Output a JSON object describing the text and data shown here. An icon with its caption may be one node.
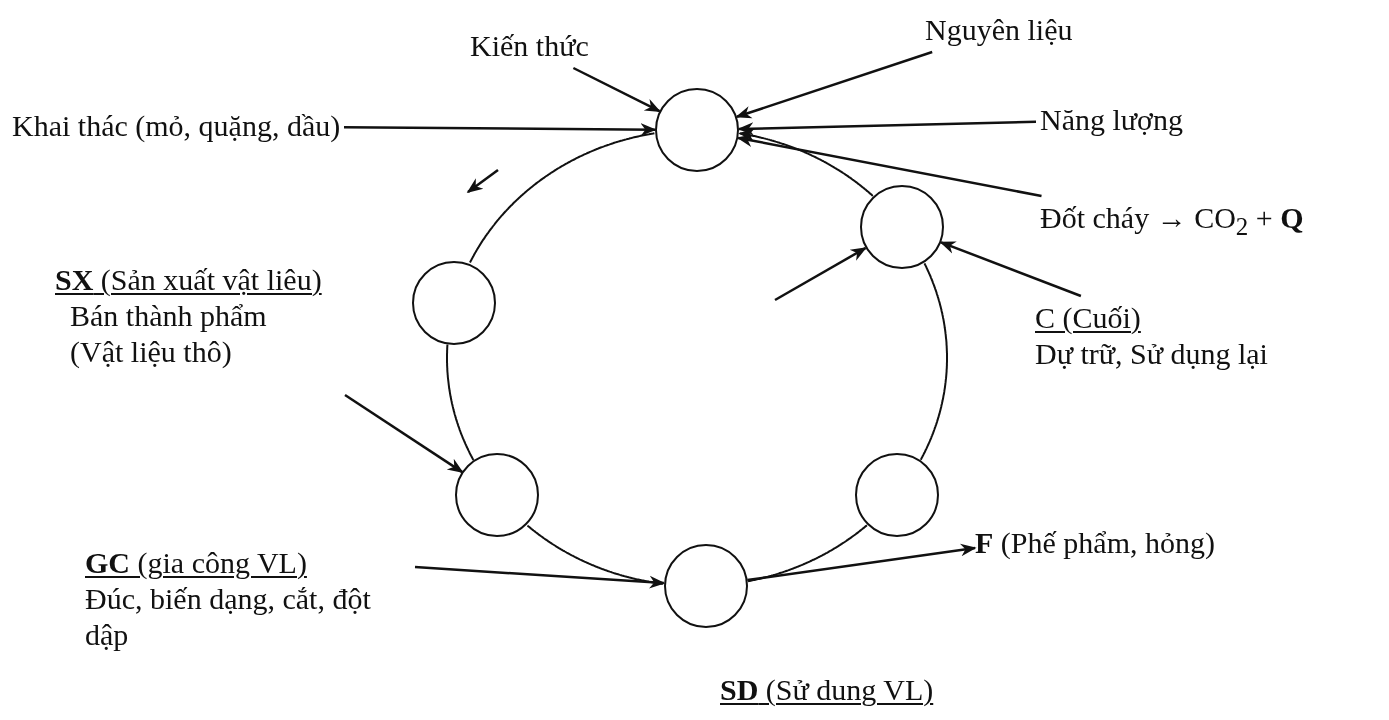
{
  "diagram": {
    "nodes": [
      {
        "text": [
          "Nguyên liệu"
        ]
      },
      {
        "text": [
          "Kiến thức"
        ]
      },
      {
        "text": [
          "Khai thác (mỏ, quặng, dầu)"
        ]
      },
      {
        "text": [
          "Năng lượng"
        ]
      },
      {
        "text": [],
        "shape": "circle"
      },
      {
        "text": [
          "Đốt cháy → CO$_{2}$ + **Q**"
        ]
      },
      {
        "text": [],
        "shape": "circle"
      },
      {
        "text": [
          "**SX** (Sản xuất vật liêu)",
          "Bán thành phẩm (Vật liệu thô)"
        ]
      },
      {
        "text": [],
        "shape": "circle"
      },
      {
        "text": [
          "C (Cuối)",
          "Dự trữ, Sử dụng lại"
        ]
      },
      {
        "text": [],
        "shape": "circle"
      },
      {
        "text": [],
        "shape": "circle"
      },
      {
        "text": [
          "**GC** (gia công VL)",
          "Đúc, biến dạng, cắt, đột dập"
        ]
      },
      {
        "text": [
          "**F** (Phế phẩm, hỏng)"
        ]
      },
      {
        "text": [],
        "shape": "circle"
      },
      {
        "text": [
          "**SD** (Sử dung VL)"
        ]
      }
    ],
    "edges": [
      {
        "from": 1,
        "to": 4,
        "arrow": "to"
      },
      {
        "from": 0,
        "to": 4,
        "arrow": "to"
      },
      {
        "from": 2,
        "to": 4,
        "arrow": "to"
      },
      {
        "from": 3,
        "to": 4,
        "arrow": "to"
      },
      {
        "from": 5,
        "to": 4,
        "arrow": "to"
      },
      {
        "from": 6,
        "to": 4,
        "arrow": "to"
      },
      {
        "from": 4,
        "to": 8,
        "arrow": "none"
      },
      {
        "from": 8,
        "to": 10,
        "arrow": "none"
      },
      {
        "from": 10,
        "to": 14,
        "arrow": "none"
      },
      {
        "from": 14,
        "to": 11,
        "arrow": "none"
      },
      {
        "from": 11,
        "to": 6,
        "arrow": "none"
      },
      {
        "from": 9,
        "to": 6,
        "arrow": "to"
      },
      {
        "from": null,
        "to": 6,
        "arrow": "to"
      },
      {
        "from": 7,
        "to": 10,
        "arrow": "to"
      },
      {
        "from": 12,
        "to": 14,
        "arrow": "to"
      },
      {
        "from": 14,
        "to": 13,
        "arrow": "to"
      }
    ]
  }
}
